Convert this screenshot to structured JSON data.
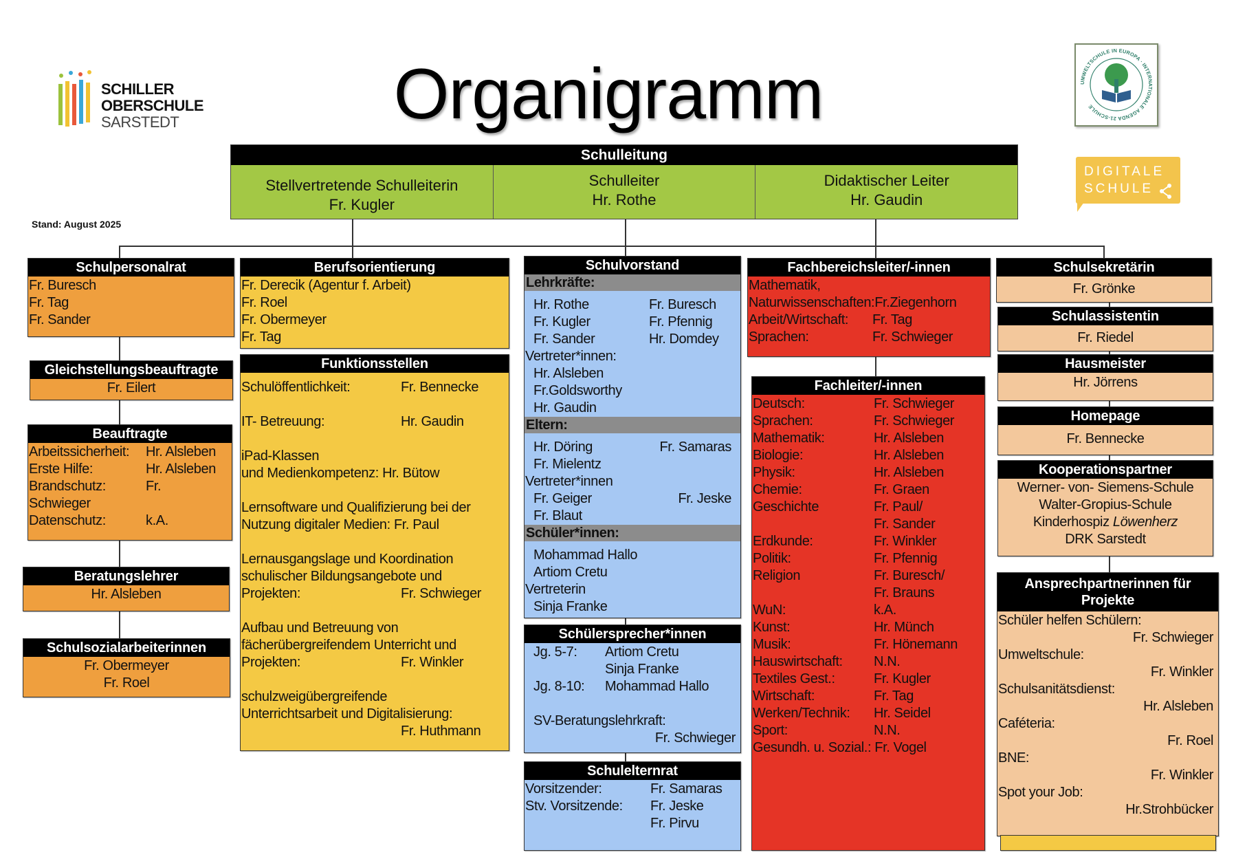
{
  "title": "Organigramm",
  "stand": "Stand: August 2025",
  "logos": {
    "school": {
      "line1": "SCHILLER",
      "line2": "OBERSCHULE",
      "line3": "SARSTEDT"
    },
    "umwelt": "UMWELTSCHULE IN EUROPA · INTERNATIONALE AGENDA 21-SCHULE",
    "digital": {
      "line1": "DIGITALE",
      "line2": "SCHULE"
    }
  },
  "leadership": {
    "title": "Schulleitung",
    "columns": [
      {
        "role": "Stellvertretende Schulleiterin",
        "name": "Fr. Kugler"
      },
      {
        "role": "Schulleiter",
        "name": "Hr. Rothe"
      },
      {
        "role": "Didaktischer Leiter",
        "name": "Hr. Gaudin"
      }
    ]
  },
  "colors": {
    "orange": "#ef9f3e",
    "yellow": "#f4c944",
    "blue": "#a6c8f3",
    "red": "#e53426",
    "peach": "#f3c89c",
    "green": "#a3c845",
    "gray": "#8c8c8c"
  },
  "boxes": {
    "schulpersonalrat": {
      "title": "Schulpersonalrat",
      "rows": [
        [
          "Fr. Buresch"
        ],
        [
          "Fr. Tag"
        ],
        [
          "Fr. Sander"
        ]
      ]
    },
    "gleichstellung": {
      "title": "Gleichstellungsbeauftragte",
      "rows": [
        [
          "Fr. Eilert"
        ]
      ]
    },
    "beauftragte": {
      "title": "Beauftragte",
      "rows": [
        [
          "Arbeitssicherheit:",
          "Hr. Alsleben"
        ],
        [
          "Erste Hilfe:",
          "Hr. Alsleben"
        ],
        [
          "Brandschutz:",
          "Fr."
        ],
        [
          "Schwieger"
        ],
        [
          "Datenschutz:",
          "k.A."
        ]
      ]
    },
    "beratungslehrer": {
      "title": "Beratungslehrer",
      "rows": [
        [
          "Hr. Alsleben"
        ]
      ]
    },
    "schulsozial": {
      "title": "Schulsozialarbeiterinnen",
      "rows": [
        [
          "Fr. Obermeyer"
        ],
        [
          "Fr. Roel"
        ]
      ]
    },
    "berufsorientierung": {
      "title": "Berufsorientierung",
      "rows": [
        [
          "Fr. Derecik (Agentur f. Arbeit)"
        ],
        [
          "Fr. Roel"
        ],
        [
          "Fr. Obermeyer"
        ],
        [
          "Fr. Tag"
        ]
      ]
    },
    "funktionsstellen": {
      "title": "Funktionsstellen",
      "rows": [
        [
          "Schulöffentlichkeit:",
          "Fr. Bennecke"
        ],
        [
          "IT- Betreuung:",
          "Hr. Gaudin"
        ],
        [
          "iPad-Klassen"
        ],
        [
          "und Medienkompetenz: Hr. Bütow"
        ],
        [
          "Lernsoftware und Qualifizierung bei der"
        ],
        [
          "Nutzung digitaler Medien: Fr. Paul"
        ],
        [
          "Lernausgangslage und Koordination"
        ],
        [
          "schulischer Bildungsangebote und"
        ],
        [
          "Projekten:",
          "Fr. Schwieger"
        ],
        [
          "Aufbau und Betreuung von"
        ],
        [
          "fächerübergreifendem Unterricht und"
        ],
        [
          "Projekten:",
          "Fr. Winkler"
        ],
        [
          "schulzweigübergreifende"
        ],
        [
          "Unterrichtsarbeit und Digitalisierung:"
        ],
        [
          "",
          "Fr. Huthmann"
        ]
      ]
    },
    "schulvorstand": {
      "title": "Schulvorstand",
      "rows": [
        {
          "section": "Lehrkräfte:"
        },
        [
          "Hr. Rothe",
          "Fr. Buresch"
        ],
        [
          "Fr. Kugler",
          "Fr. Pfennig"
        ],
        [
          "Fr. Sander",
          "Hr. Domdey"
        ],
        [
          "Vertreter*innen:"
        ],
        [
          "Hr. Alsleben"
        ],
        [
          "Fr.Goldsworthy"
        ],
        [
          "Hr. Gaudin"
        ],
        {
          "section": "Eltern:"
        },
        [
          "Hr. Döring",
          "Fr. Samaras"
        ],
        [
          "Fr. Mielentz"
        ],
        [
          "Vertreter*innen"
        ],
        [
          "Fr. Geiger",
          "Fr. Jeske"
        ],
        [
          "Fr. Blaut"
        ],
        {
          "section": "Schüler*innen:"
        },
        [
          "Mohammad Hallo"
        ],
        [
          "Artiom Cretu"
        ],
        [
          "Vertreterin"
        ],
        [
          "Sinja Franke"
        ]
      ]
    },
    "schuelersprecher": {
      "title": "Schülersprecher*innen",
      "rows": [
        [
          "Jg. 5-7:",
          "Artiom Cretu"
        ],
        [
          "",
          "Sinja Franke"
        ],
        [
          "Jg. 8-10:",
          "Mohammad Hallo"
        ],
        [
          "SV-Beratungslehrkraft:"
        ],
        [
          "",
          "Fr. Schwieger"
        ]
      ]
    },
    "schulelternrat": {
      "title": "Schulelternrat",
      "rows": [
        [
          "Vorsitzender:",
          "Fr. Samaras"
        ],
        [
          "Stv. Vorsitzende:",
          "Fr. Jeske"
        ],
        [
          "",
          "Fr. Pirvu"
        ]
      ]
    },
    "fachbereichsleiter": {
      "title": "Fachbereichsleiter/-innen",
      "rows": [
        [
          "Mathematik,"
        ],
        [
          "Naturwissenschaften:Fr.Ziegenhorn"
        ],
        [
          "Arbeit/Wirtschaft:",
          "Fr. Tag"
        ],
        [
          "Sprachen:",
          "Fr. Schwieger"
        ]
      ]
    },
    "fachleiter": {
      "title": "Fachleiter/-innen",
      "rows": [
        [
          "Deutsch:",
          "Fr. Schwieger"
        ],
        [
          "Sprachen:",
          "Fr. Schwieger"
        ],
        [
          "Mathematik:",
          "Hr. Alsleben"
        ],
        [
          "Biologie:",
          "Hr. Alsleben"
        ],
        [
          "Physik:",
          "Hr. Alsleben"
        ],
        [
          "Chemie:",
          "Fr. Graen"
        ],
        [
          "Geschichte",
          "Fr. Paul/"
        ],
        [
          "",
          "Fr. Sander"
        ],
        [
          "Erdkunde:",
          "Fr. Winkler"
        ],
        [
          "Politik:",
          "Fr. Pfennig"
        ],
        [
          "Religion",
          "Fr. Buresch/"
        ],
        [
          "",
          "Fr. Brauns"
        ],
        [
          "WuN:",
          "k.A."
        ],
        [
          "Kunst:",
          "Hr. Münch"
        ],
        [
          "Musik:",
          "Fr. Hönemann"
        ],
        [
          "Hauswirtschaft:",
          "N.N."
        ],
        [
          "Textiles Gest.:",
          "Fr. Kugler"
        ],
        [
          "Wirtschaft:",
          "Fr. Tag"
        ],
        [
          "Werken/Technik:",
          "Hr. Seidel"
        ],
        [
          "Sport:",
          "N.N."
        ],
        [
          "Gesundh. u. Sozial.: Fr. Vogel"
        ]
      ]
    },
    "schulsekretaerin": {
      "title": "Schulsekretärin",
      "rows": [
        [
          "Fr. Grönke"
        ]
      ]
    },
    "schulassistentin": {
      "title": "Schulassistentin",
      "rows": [
        [
          "Fr. Riedel"
        ]
      ]
    },
    "hausmeister": {
      "title": "Hausmeister",
      "rows": [
        [
          "Hr. Jörrens"
        ]
      ]
    },
    "homepage": {
      "title": "Homepage",
      "rows": [
        [
          "Fr. Bennecke"
        ]
      ]
    },
    "kooperation": {
      "title": "Kooperationspartner",
      "rows": [
        [
          "Werner- von- Siemens-Schule"
        ],
        [
          "Walter-Gropius-Schule"
        ],
        [
          "Kinderhospiz ",
          "Löwenherz"
        ],
        [
          "DRK Sarstedt"
        ]
      ]
    },
    "ansprechpartner": {
      "title": "Ansprechpartnerinnen für Projekte",
      "rows": [
        [
          "Schüler helfen Schülern:"
        ],
        [
          "",
          "Fr. Schwieger"
        ],
        [
          "Umweltschule:"
        ],
        [
          "",
          "Fr. Winkler"
        ],
        [
          "Schulsanitätsdienst:"
        ],
        [
          "",
          "Hr. Alsleben"
        ],
        [
          "Caféteria:"
        ],
        [
          "",
          "Fr. Roel"
        ],
        [
          "BNE:"
        ],
        [
          "",
          "Fr. Winkler"
        ],
        [
          "Spot your Job:"
        ],
        [
          "",
          "Hr.Strohbücker"
        ]
      ]
    }
  }
}
